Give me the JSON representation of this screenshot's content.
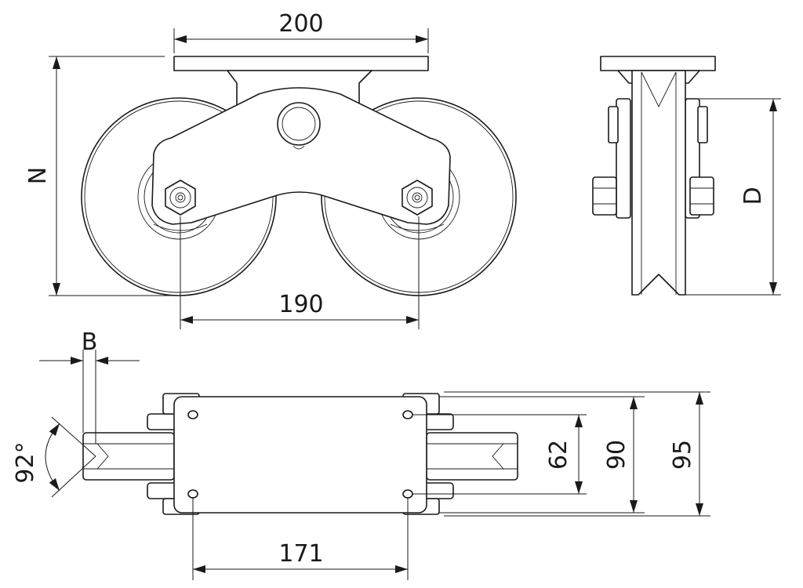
{
  "dimensions": {
    "top_width": "200",
    "overall_height": "N",
    "wheel_spacing": "190",
    "wheel_diameter": "D",
    "flange_width": "B",
    "groove_angle": "92°",
    "hole_spacing_vertical": "62",
    "plate_width": "90",
    "overall_width": "95",
    "hole_spacing_horizontal": "171"
  }
}
